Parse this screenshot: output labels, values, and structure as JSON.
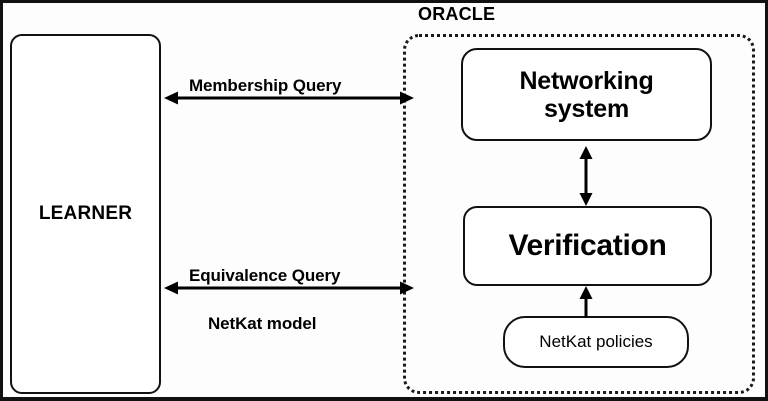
{
  "diagram": {
    "title_label": "ORACLE",
    "nodes": {
      "learner": "LEARNER",
      "networking_system": "Networking\nsystem",
      "networking_system_line1": "Networking",
      "networking_system_line2": "system",
      "verification": "Verification",
      "netkat_policies": "NetKat policies"
    },
    "edges": {
      "membership_query": "Membership Query",
      "equivalence_query": "Equivalence Query",
      "netkat_model": "NetKat model"
    },
    "colors": {
      "stroke": "#111111",
      "background": "#fdfdfd",
      "text": "#000000",
      "oracle_border": "#1a1a1a"
    }
  }
}
